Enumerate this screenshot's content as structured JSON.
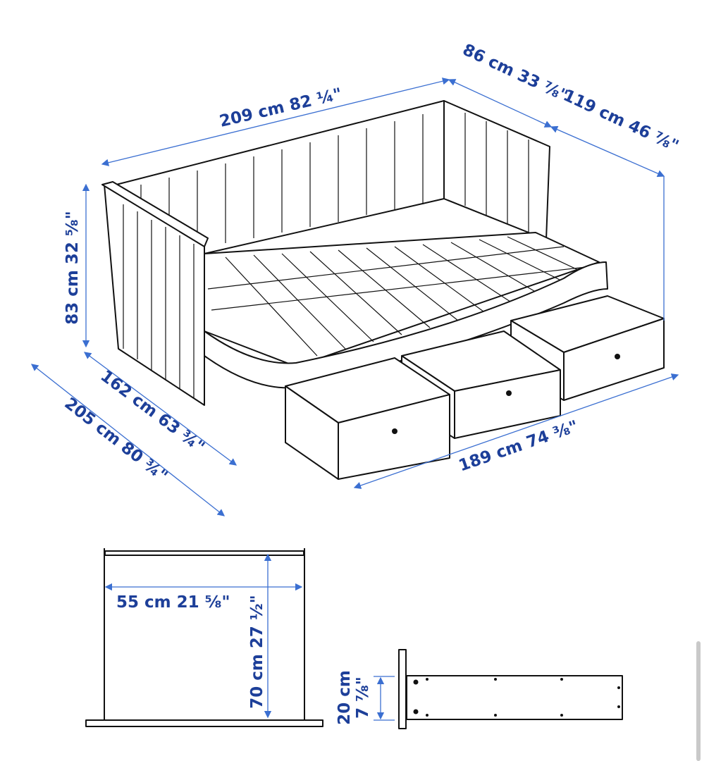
{
  "dimensions": {
    "length": "209 cm 82 ¼\"",
    "depth_single": "86 cm 33 ⅞\"",
    "depth_extended": "119 cm 46 ⅞\"",
    "height": "83 cm 32 ⅝\"",
    "width_base": "162 cm 63 ¾\"",
    "width_total": "205 cm 80 ¾\"",
    "drawers_length": "189 cm 74 ⅜\"",
    "drawer_width": "55 cm 21 ⅝\"",
    "drawer_depth": "70 cm 27 ½\"",
    "drawer_height_cm": "20 cm",
    "drawer_height_in": "7 ⅞\""
  },
  "colors": {
    "dimension": "#1d3f99",
    "line": "#111111"
  }
}
